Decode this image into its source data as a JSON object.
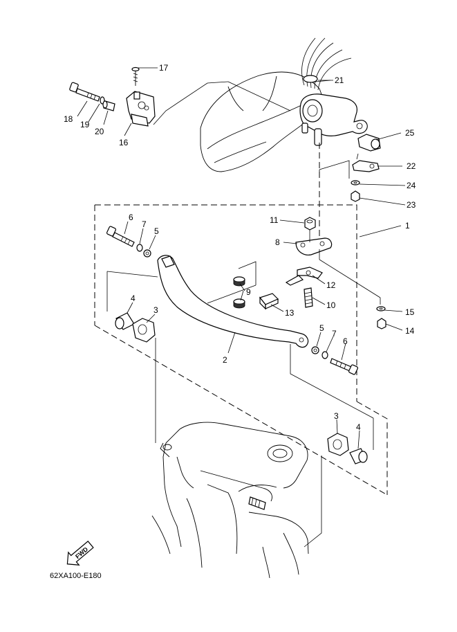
{
  "diagram_code": "62XA100-E180",
  "fwd_label": "FWD",
  "callouts": {
    "c1": "1",
    "c2": "2",
    "c3a": "3",
    "c3b": "3",
    "c4a": "4",
    "c4b": "4",
    "c5a": "5",
    "c5b": "5",
    "c6a": "6",
    "c6b": "6",
    "c7a": "7",
    "c7b": "7",
    "c8": "8",
    "c9": "9",
    "c10": "10",
    "c11": "11",
    "c12": "12",
    "c13": "13",
    "c14": "14",
    "c15": "15",
    "c16": "16",
    "c17": "17",
    "c18": "18",
    "c19": "19",
    "c20": "20",
    "c21": "21",
    "c22": "22",
    "c23": "23",
    "c24": "24",
    "c25": "25"
  }
}
